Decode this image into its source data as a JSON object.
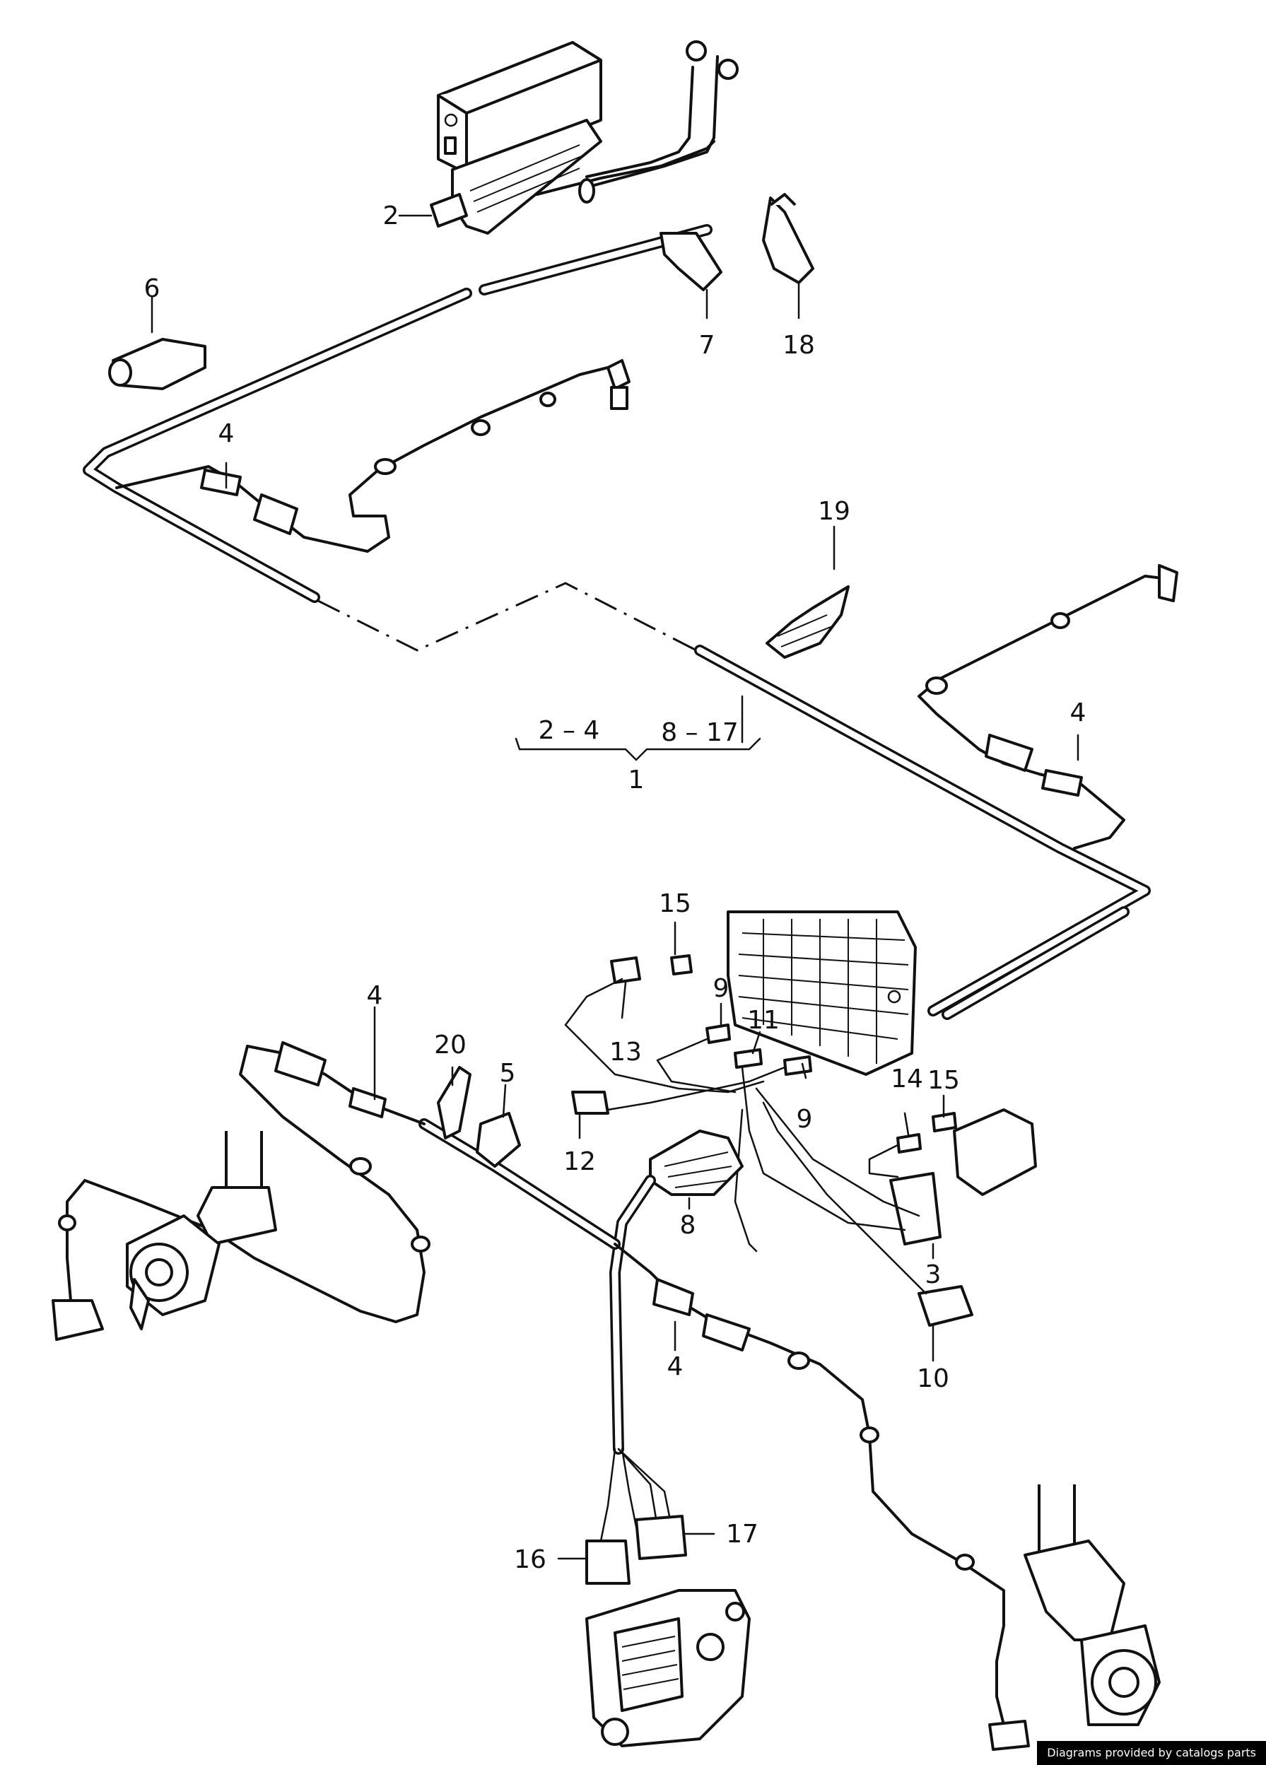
{
  "callouts": {
    "c1": "1",
    "c2": "2",
    "c2_4": "2 – 4",
    "c3": "3",
    "c4": "4",
    "c5": "5",
    "c6": "6",
    "c7": "7",
    "c8": "8",
    "c8_17": "8 – 17",
    "c9": "9",
    "c10": "10",
    "c11": "11",
    "c12": "12",
    "c13": "13",
    "c14": "14",
    "c15": "15",
    "c16": "16",
    "c17": "17",
    "c18": "18",
    "c19": "19",
    "c20": "20"
  },
  "credit": "Diagrams provided by catalogs parts"
}
